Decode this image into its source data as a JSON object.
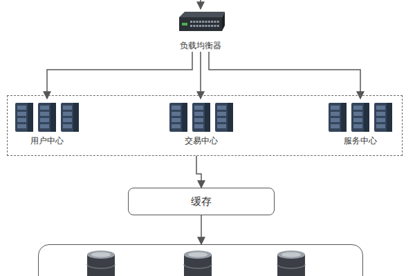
{
  "diagram": {
    "nodes": [
      {
        "text": [
          "负载均衡器"
        ]
      },
      {
        "text": []
      },
      {
        "text": [
          "用户中心"
        ],
        "in": 1
      },
      {
        "text": [
          "交易中心"
        ],
        "in": 1
      },
      {
        "text": [
          "服务中心"
        ],
        "in": 1
      },
      {
        "text": [
          "缓存"
        ]
      },
      {
        "text": []
      }
    ],
    "edges": [
      {
        "from": 0,
        "to": 2,
        "arrow": "to"
      },
      {
        "from": 0,
        "to": 3,
        "arrow": "to"
      },
      {
        "from": 0,
        "to": 4,
        "arrow": "to"
      },
      {
        "from": 1,
        "to": 5,
        "arrow": "to"
      },
      {
        "from": 5,
        "to": 6,
        "arrow": "to"
      }
    ]
  }
}
